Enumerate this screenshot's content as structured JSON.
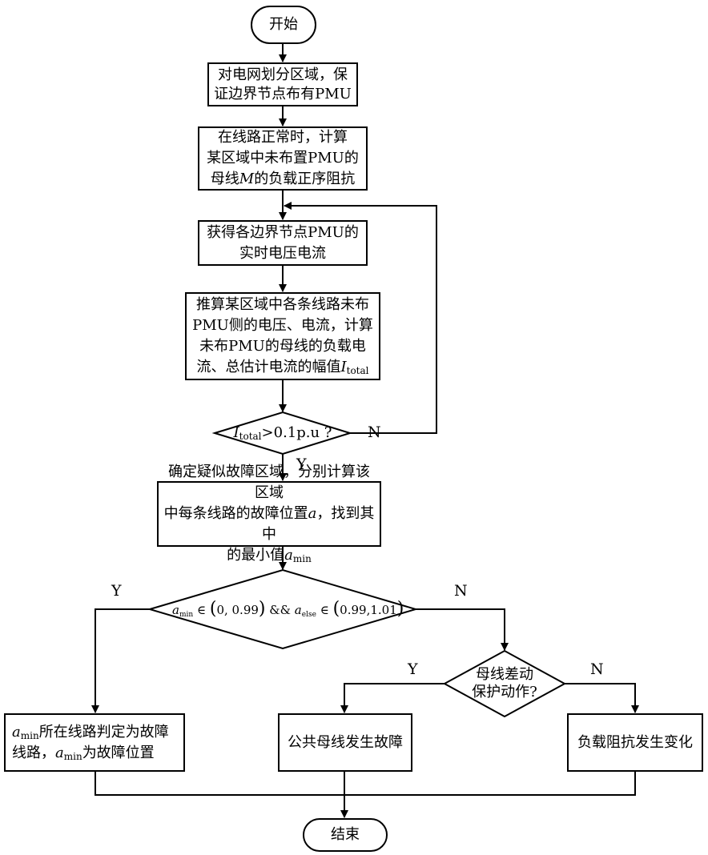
{
  "start": "开始",
  "step1": [
    "对电网划分区域，保",
    "证边界节点布有PMU"
  ],
  "step2": [
    "在线路正常时，计算",
    "某区域中未布置PMU的",
    "母线",
    "M",
    "的负载正序阻抗"
  ],
  "step3": [
    "获得各边界节点PMU的",
    "实时电压电流"
  ],
  "step4": [
    "推算某区域中各条线路未布",
    "PMU侧的电压、电流，计算",
    "未布PMU的母线的负载电",
    "流、总估计电流的幅值",
    "I",
    "total"
  ],
  "decision1": {
    "var": "I",
    "sub": "total",
    "text": ">0.1p.u ?",
    "yes": "Y",
    "no": "N"
  },
  "step5": [
    "确定疑似故障区域，分别计算该区域",
    "中每条线路的故障位置",
    "a",
    "，找到其中",
    "的最小值",
    "a",
    "min"
  ],
  "decision2": {
    "a1": "a",
    "sub1": "min",
    "in1": "∈",
    "range1": "0, 0.99",
    "and": "&&",
    "a2": "a",
    "sub2": "else",
    "in2": "∈",
    "range2": "0.99,1.01",
    "yes": "Y",
    "no": "N"
  },
  "decision3": {
    "lines": [
      "母线差动",
      "保护动作?"
    ],
    "yes": "Y",
    "no": "N"
  },
  "result_left": [
    "a",
    "min",
    "所在线路判定为故障",
    "线路，",
    "a",
    "min",
    "为故障位置"
  ],
  "result_mid": "公共母线发生故障",
  "result_right": "负载阻抗发生变化",
  "end": "结束"
}
